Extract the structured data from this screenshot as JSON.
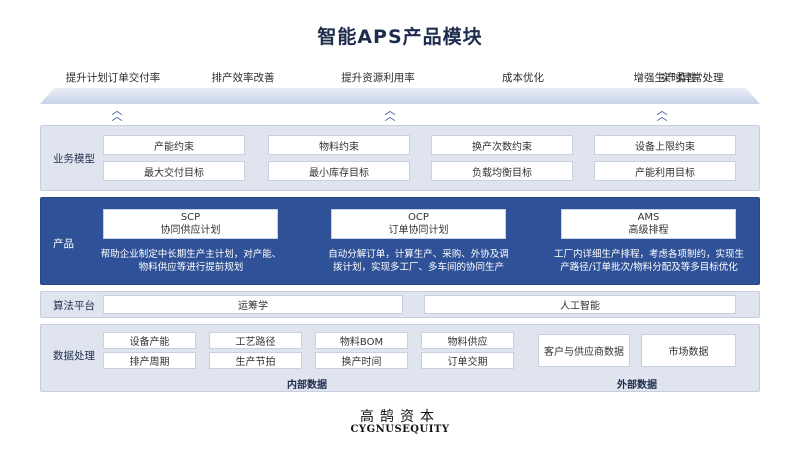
{
  "title": "智能APS产品模块",
  "goals": [
    "提升计划订单交付率",
    "排产效率改善",
    "提升资源利用率",
    "成本优化",
    "增强生产柔性",
    "实时异常处理"
  ],
  "business": {
    "label": "业务模型",
    "cells": [
      "产能约束",
      "物料约束",
      "换产次数约束",
      "设备上限约束",
      "最大交付目标",
      "最小库存目标",
      "负载均衡目标",
      "产能利用目标"
    ]
  },
  "product": {
    "label": "产品",
    "items": [
      {
        "code": "SCP",
        "name": "协同供应计划",
        "desc": [
          "帮助企业制定中长期生产主计划，对产能、",
          "物料供应等进行提前规划"
        ]
      },
      {
        "code": "OCP",
        "name": "订单协同计划",
        "desc": [
          "自动分解订单，计算生产、采购、外协及调",
          "拨计划，实现多工厂、多车间的协同生产"
        ]
      },
      {
        "code": "AMS",
        "name": "高级排程",
        "desc": [
          "工厂内详细生产排程，考虑各项制约，实现生",
          "产路径/订单批次/物料分配及等多目标优化"
        ]
      }
    ]
  },
  "algorithm": {
    "label": "算法平台",
    "cells": [
      "运筹学",
      "人工智能"
    ]
  },
  "data": {
    "label": "数据处理",
    "internal_cells": [
      "设备产能",
      "工艺路径",
      "物料BOM",
      "物料供应",
      "排产周期",
      "生产节拍",
      "换产时间",
      "订单交期"
    ],
    "external_cells": [
      "客户与供应商数据",
      "市场数据"
    ],
    "internal_label": "内部数据",
    "external_label": "外部数据"
  },
  "logo": {
    "cn": "高鹄资本",
    "en": "CYGNUSEQUITY"
  },
  "colors": {
    "dark_band": "#2f5197",
    "light_band": "#dfe4ef",
    "title": "#1f2d4d"
  }
}
